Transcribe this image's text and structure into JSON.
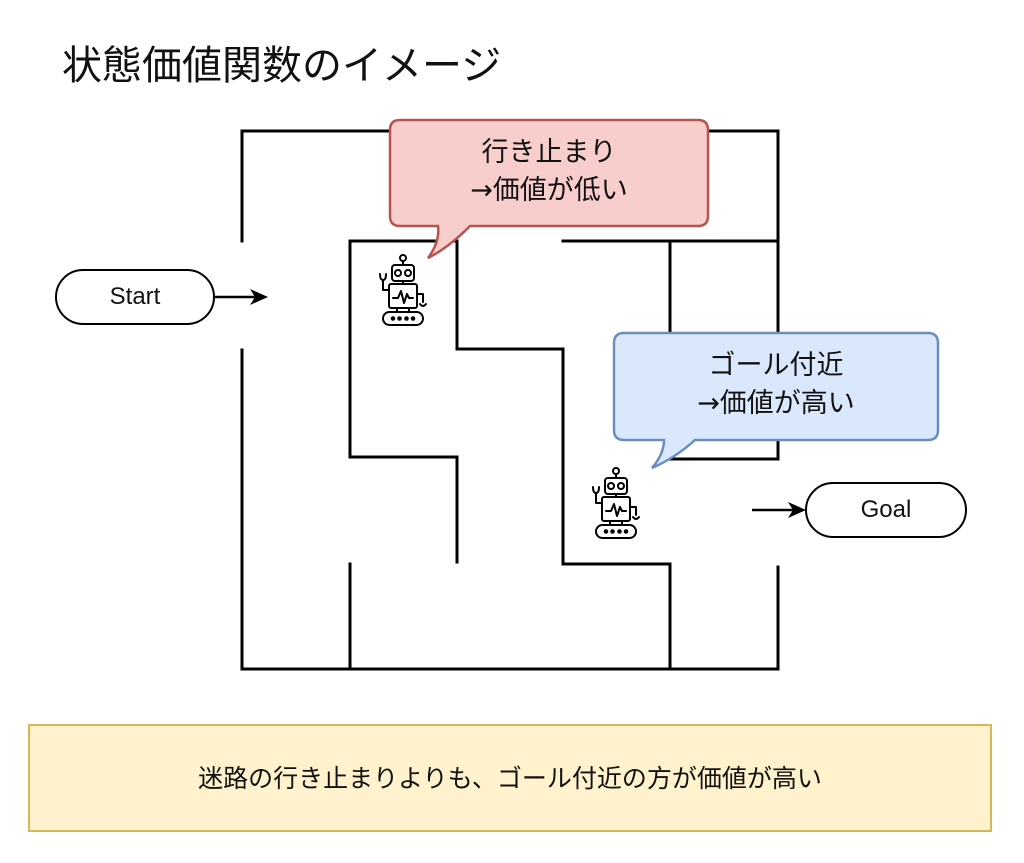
{
  "title": "状態価値関数のイメージ",
  "start": {
    "label": "Start"
  },
  "goal": {
    "label": "Goal"
  },
  "bubbles": {
    "dead_end": {
      "line1": "行き止まり",
      "line2": "→価値が低い",
      "fill": "#f8cecc",
      "stroke": "#b85450"
    },
    "near_goal": {
      "line1": "ゴール付近",
      "line2": "→価値が高い",
      "fill": "#dae8fc",
      "stroke": "#6c8ebf"
    }
  },
  "robots": [
    {
      "name": "robot-at-dead-end",
      "icon": "robot-icon"
    },
    {
      "name": "robot-near-goal",
      "icon": "robot-icon"
    }
  ],
  "note": {
    "text": "迷路の行き止まりよりも、ゴール付近の方が価値が高い",
    "fill": "#fff2cc",
    "stroke": "#d6b656"
  }
}
